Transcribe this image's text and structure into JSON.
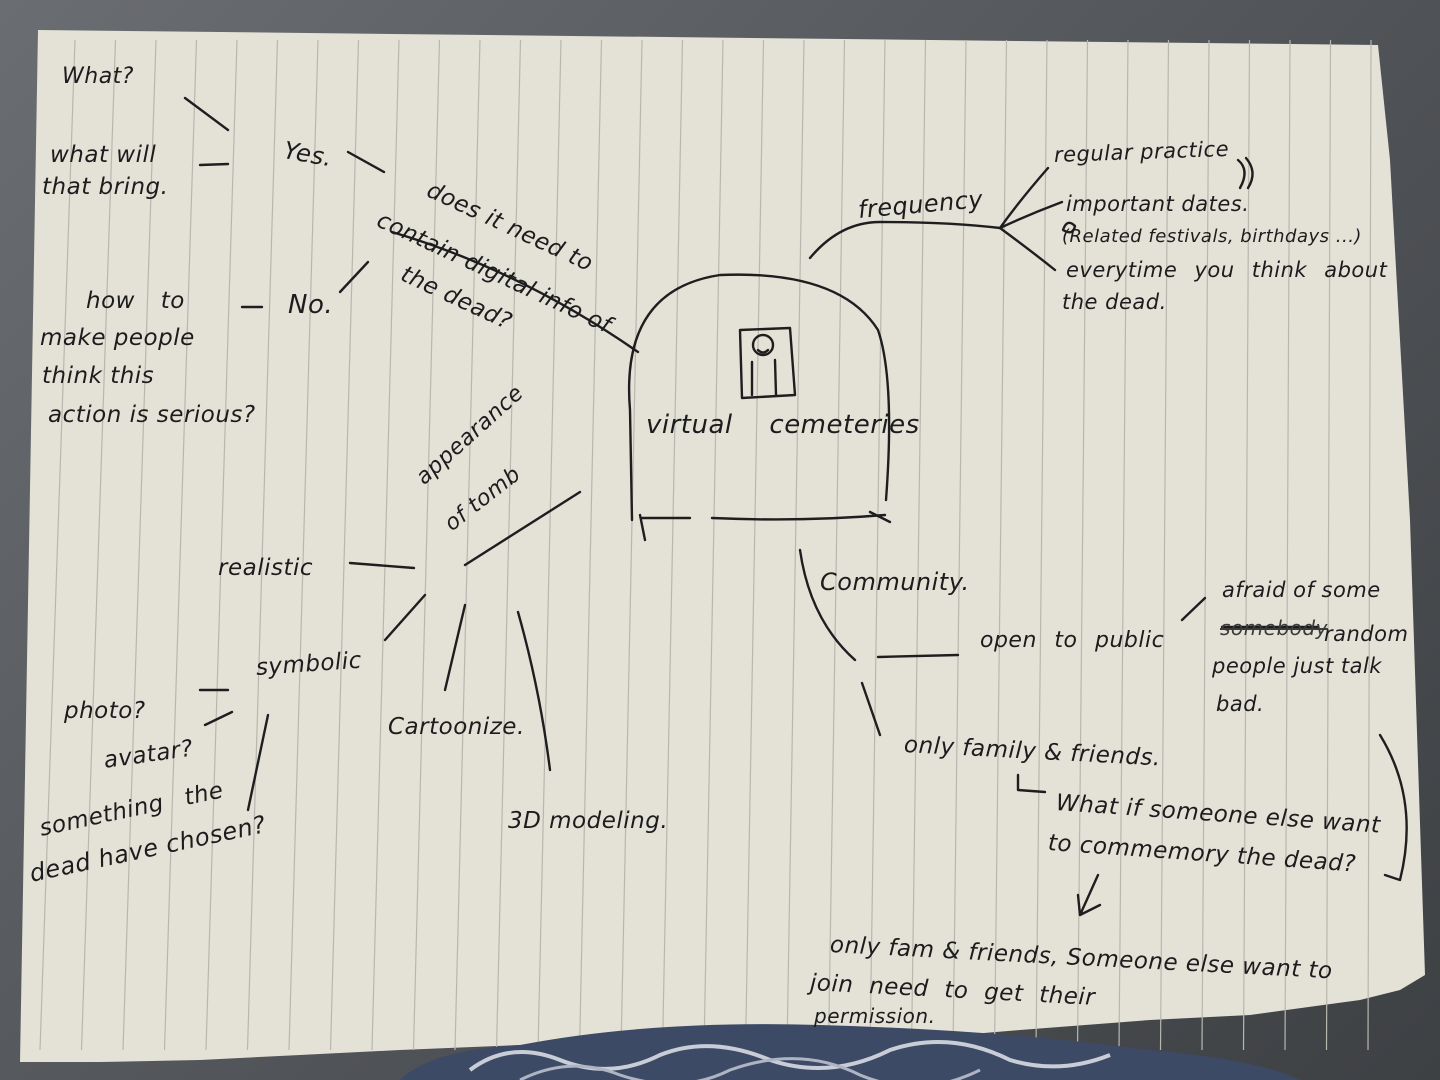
{
  "center": {
    "label": "virtual cemeteries"
  },
  "branches": {
    "digital": {
      "question": [
        "does it need to",
        "contain digital info of",
        "the dead?"
      ],
      "yes": "Yes.",
      "no": "No.",
      "what": "What?",
      "what_bring": [
        "what will",
        "that bring."
      ],
      "how_serious": [
        "how to",
        "make people",
        "think this",
        "action is serious?"
      ]
    },
    "frequency": {
      "label": "frequency",
      "items": [
        "regular practice",
        "important dates.",
        "(Related festivals, birthdays ...)",
        "everytime you think about",
        "the dead."
      ]
    },
    "appearance": {
      "label": [
        "appearance",
        "of tomb"
      ],
      "realistic": "realistic",
      "symbolic": "symbolic",
      "cartoonize": "Cartoonize.",
      "modeling": "3D modeling.",
      "photo": "photo?",
      "avatar": "avatar?",
      "something_chosen": [
        "something the",
        "dead have chosen?"
      ]
    },
    "community": {
      "label": "Community.",
      "open_public": "open to public",
      "afraid": [
        "afraid of some",
        "random",
        "people just talk",
        "bad."
      ],
      "crossed_word": "somebody",
      "only_family": "only family & friends.",
      "what_if": [
        "What if someone else want",
        "to commemory the dead?"
      ],
      "answer": [
        "only fam & friends, Someone else want to",
        "join need to get their",
        "permission."
      ]
    }
  }
}
